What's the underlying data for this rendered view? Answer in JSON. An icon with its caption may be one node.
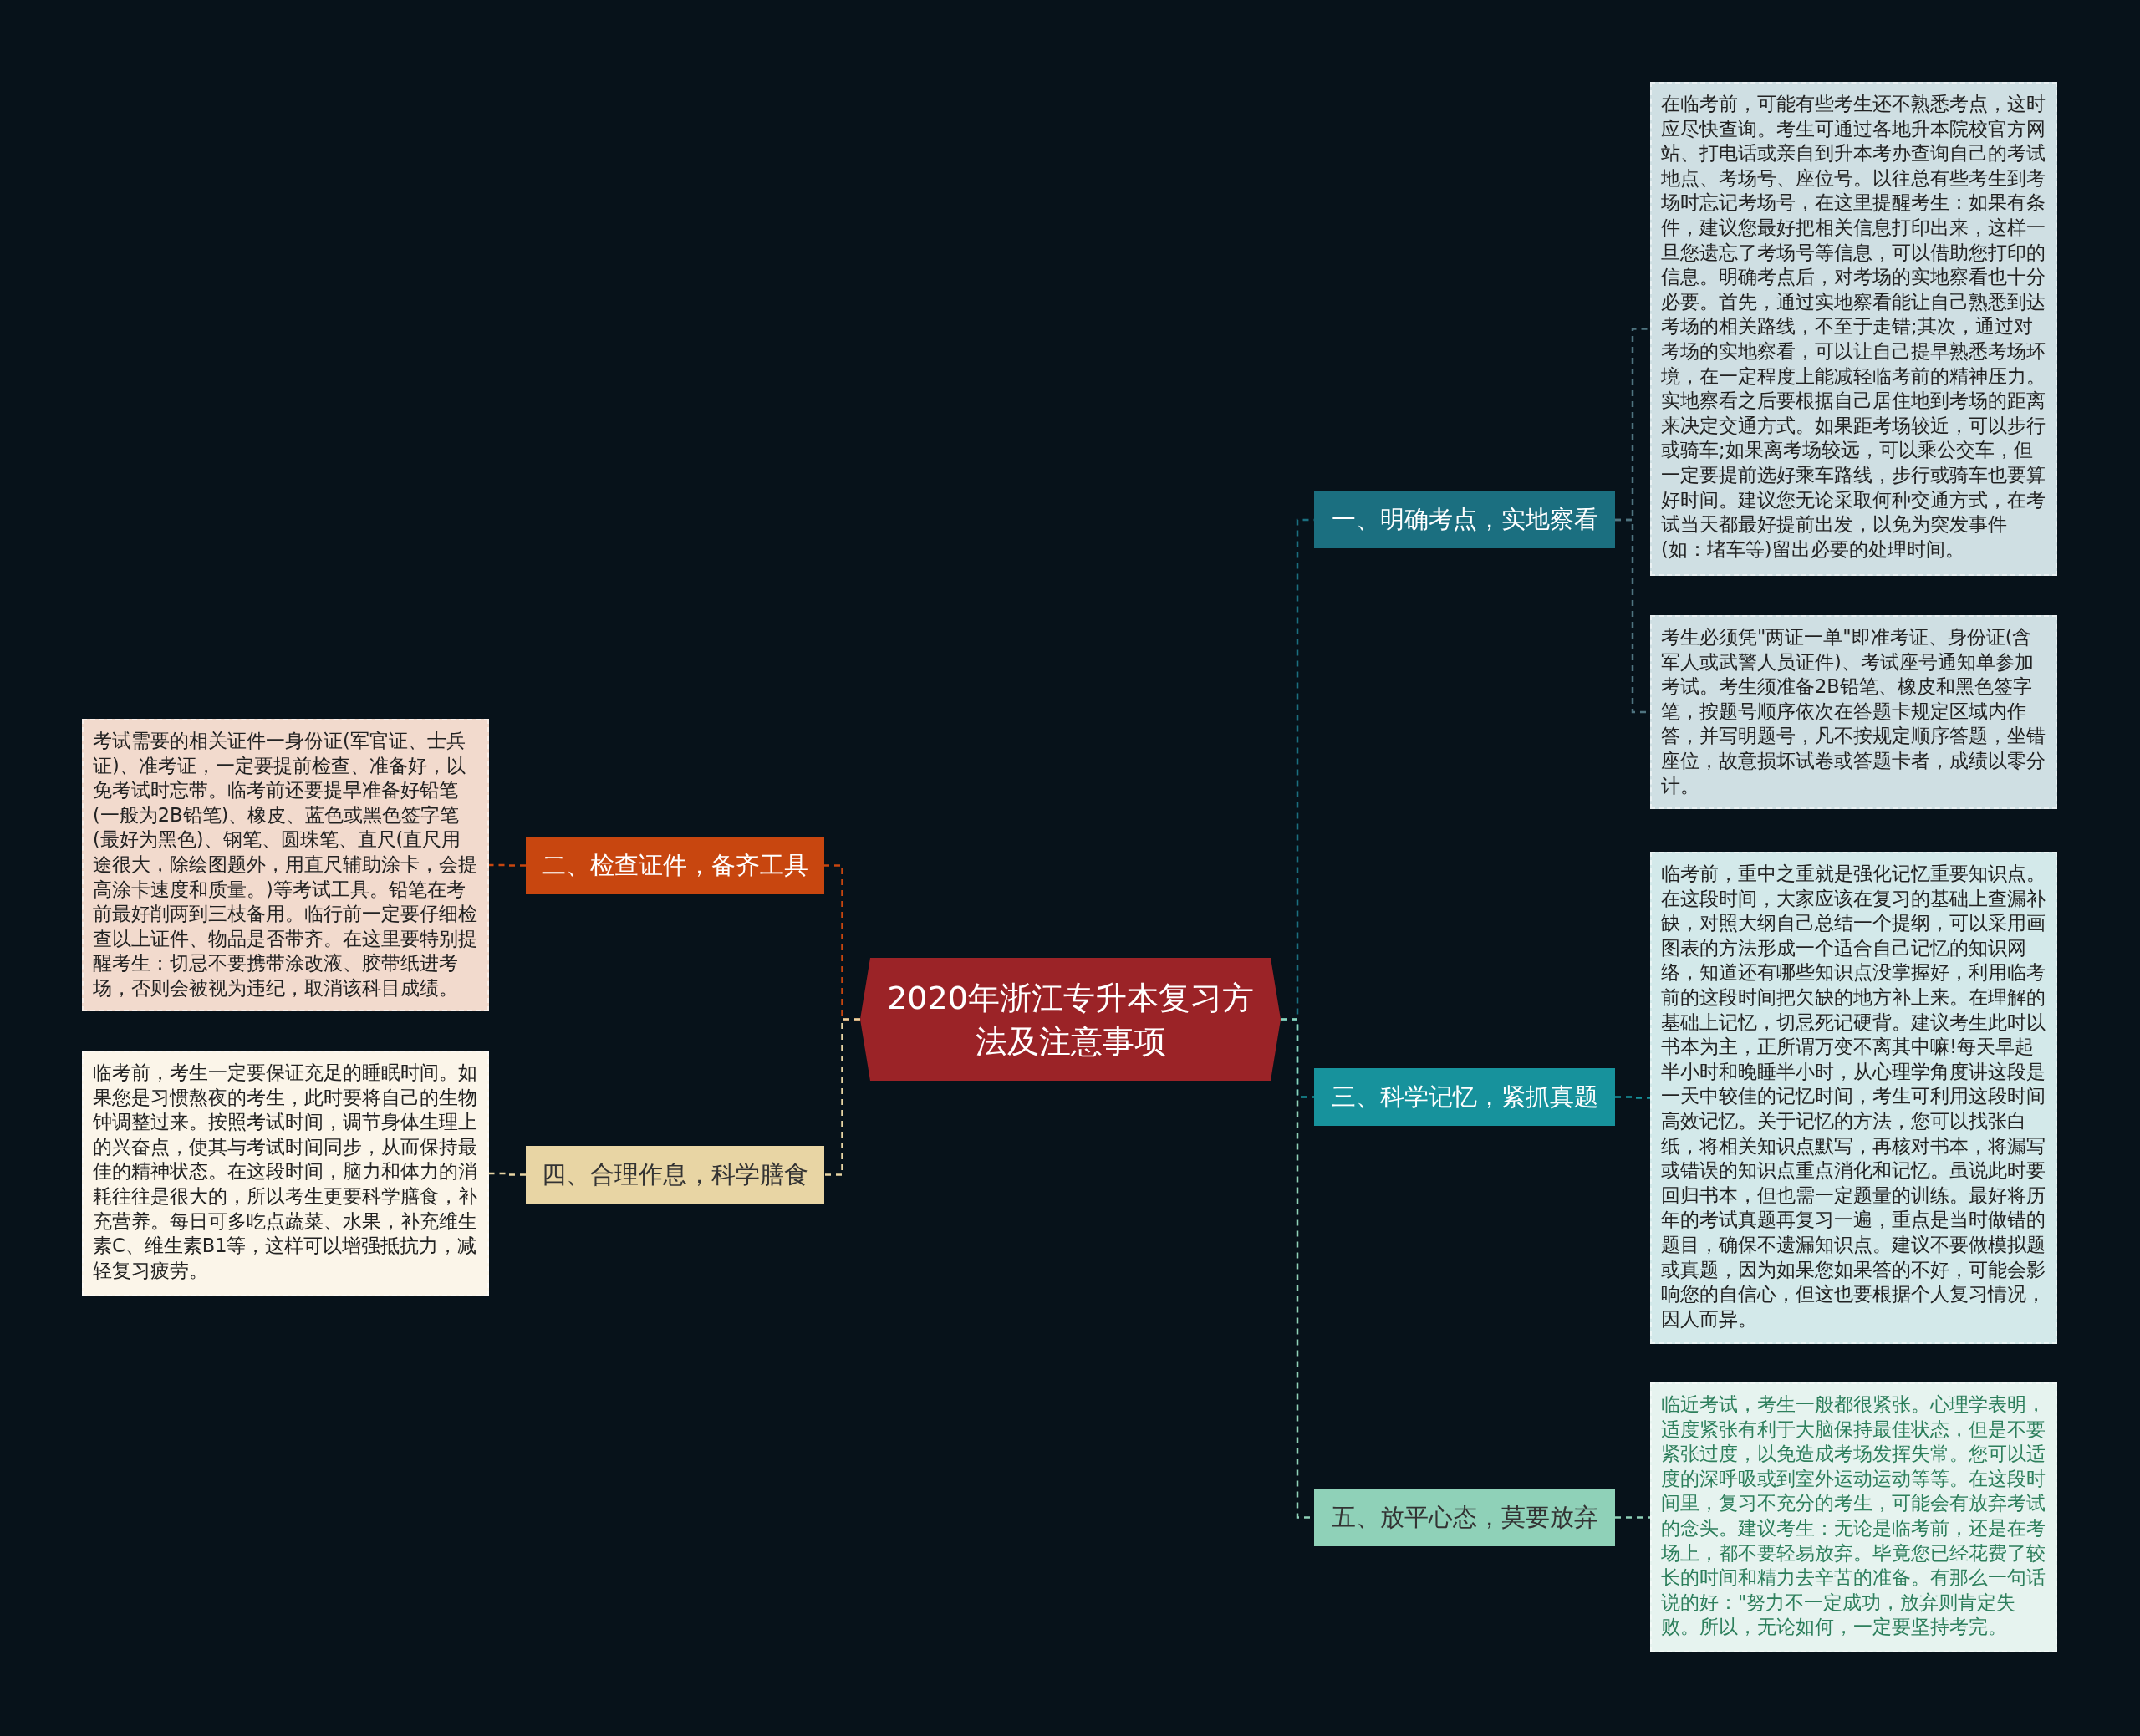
{
  "diagram": {
    "nodes": [
      {
        "text": [
          "2020年浙江专升本复习方法及注意事项"
        ]
      },
      {
        "text": [
          "一、明确考点，实地察看"
        ]
      },
      {
        "text": [
          "在临考前，可能有些考生还不熟悉考点，这时应尽快查询。考生可通过各地升本院校官方网站、打电话或亲自到升本考办查询自己的考试地点、考场号、座位号。以往总有些考生到考场时忘记考场号，在这里提醒考生：如果有条件，建议您最好把相关信息打印出来，这样一旦您遗忘了考场号等信息，可以借助您打印的信息。明确考点后，对考场的实地察看也十分必要。首先，通过实地察看能让自己熟悉到达考场的相关路线，不至于走错;其次，通过对考场的实地察看，可以让自己提早熟悉考场环境，在一定程度上能减轻临考前的精神压力。实地察看之后要根据自己居住地到考场的距离来决定交通方式。如果距考场较近，可以步行或骑车;如果离考场较远，可以乘公交车，但一定要提前选好乘车路线，步行或骑车也要算好时间。建议您无论采取何种交通方式，在考试当天都最好提前出发，以免为突发事件(如：堵车等)留出必要的处理时间。"
        ]
      },
      {
        "text": [
          "考生必须凭\"两证一单\"即准考证、身份证(含军人或武警人员证件)、考试座号通知单参加考试。考生须准备2B铅笔、橡皮和黑色签字笔，按题号顺序依次在答题卡规定区域内作答，并写明题号，凡不按规定顺序答题，坐错座位，故意损坏试卷或答题卡者，成绩以零分计。"
        ]
      },
      {
        "text": [
          "二、检查证件，备齐工具"
        ]
      },
      {
        "text": [
          "考试需要的相关证件一身份证(军官证、士兵证)、准考证，一定要提前检查、准备好，以免考试时忘带。临考前还要提早准备好铅笔(一般为2B铅笔)、橡皮、蓝色或黑色签字笔(最好为黑色)、钢笔、圆珠笔、直尺(直尺用途很大，除绘图题外，用直尺辅助涂卡，会提高涂卡速度和质量。)等考试工具。铅笔在考前最好削两到三枝备用。临行前一定要仔细检查以上证件、物品是否带齐。在这里要特别提醒考生：切忌不要携带涂改液、胶带纸进考场，否则会被视为违纪，取消该科目成绩。"
        ]
      },
      {
        "text": [
          "三、科学记忆，紧抓真题"
        ]
      },
      {
        "text": [
          "临考前，重中之重就是强化记忆重要知识点。在这段时间，大家应该在复习的基础上查漏补缺，对照大纲自己总结一个提纲，可以采用画图表的方法形成一个适合自己记忆的知识网络，知道还有哪些知识点没掌握好，利用临考前的这段时间把欠缺的地方补上来。在理解的基础上记忆，切忌死记硬背。建议考生此时以书本为主，正所谓万变不离其中嘛!每天早起半小时和晚睡半小时，从心理学角度讲这段是一天中较佳的记忆时间，考生可利用这段时间高效记忆。关于记忆的方法，您可以找张白纸，将相关知识点默写，再核对书本，将漏写或错误的知识点重点消化和记忆。虽说此时要回归书本，但也需一定题量的训练。最好将历年的考试真题再复习一遍，重点是当时做错的题目，确保不遗漏知识点。建议不要做模拟题或真题，因为如果您如果答的不好，可能会影响您的自信心，但这也要根据个人复习情况，因人而异。"
        ]
      },
      {
        "text": [
          "四、合理作息，科学膳食"
        ]
      },
      {
        "text": [
          "临考前，考生一定要保证充足的睡眠时间。如果您是习惯熬夜的考生，此时要将自己的生物钟调整过来。按照考试时间，调节身体生理上的兴奋点，使其与考试时间同步，从而保持最佳的精神状态。在这段时间，脑力和体力的消耗往往是很大的，所以考生更要科学膳食，补充营养。每日可多吃点蔬菜、水果，补充维生素C、维生素B1等，这样可以增强抵抗力，减轻复习疲劳。"
        ]
      },
      {
        "text": [
          "五、放平心态，莫要放弃"
        ]
      },
      {
        "text": [
          "临近考试，考生一般都很紧张。心理学表明，适度紧张有利于大脑保持最佳状态，但是不要紧张过度，以免造成考场发挥失常。您可以适度的深呼吸或到室外运动运动等等。在这段时间里，复习不充分的考生，可能会有放弃考试的念头。建议考生：无论是临考前，还是在考场上，都不要轻易放弃。毕竟您已经花费了较长的时间和精力去辛苦的准备。有那么一句话说的好：\"努力不一定成功，放弃则肯定失败。所以，无论如何，一定要坚持考完。"
        ]
      }
    ],
    "edges": [
      {
        "from": 0,
        "to": 1,
        "arrow": "none",
        "style": "dashed",
        "color": "#1b6f80"
      },
      {
        "from": 1,
        "to": 2,
        "arrow": "none",
        "style": "dashed",
        "color": "#4f7480"
      },
      {
        "from": 1,
        "to": 3,
        "arrow": "none",
        "style": "dashed",
        "color": "#4f7480"
      },
      {
        "from": 0,
        "to": 4,
        "arrow": "none",
        "style": "dashed",
        "color": "#c8460f"
      },
      {
        "from": 4,
        "to": 5,
        "arrow": "none",
        "style": "dashed",
        "color": "#c8460f"
      },
      {
        "from": 0,
        "to": 6,
        "arrow": "none",
        "style": "dashed",
        "color": "#17929c"
      },
      {
        "from": 6,
        "to": 7,
        "arrow": "none",
        "style": "dashed",
        "color": "#17929c"
      },
      {
        "from": 0,
        "to": 8,
        "arrow": "none",
        "style": "dashed",
        "color": "#e8d5a4"
      },
      {
        "from": 8,
        "to": 9,
        "arrow": "none",
        "style": "dashed",
        "color": "#e8d5a4"
      },
      {
        "from": 0,
        "to": 10,
        "arrow": "none",
        "style": "dashed",
        "color": "#8fd1b8"
      },
      {
        "from": 10,
        "to": 11,
        "arrow": "none",
        "style": "dashed",
        "color": "#8fd1b8"
      }
    ]
  }
}
